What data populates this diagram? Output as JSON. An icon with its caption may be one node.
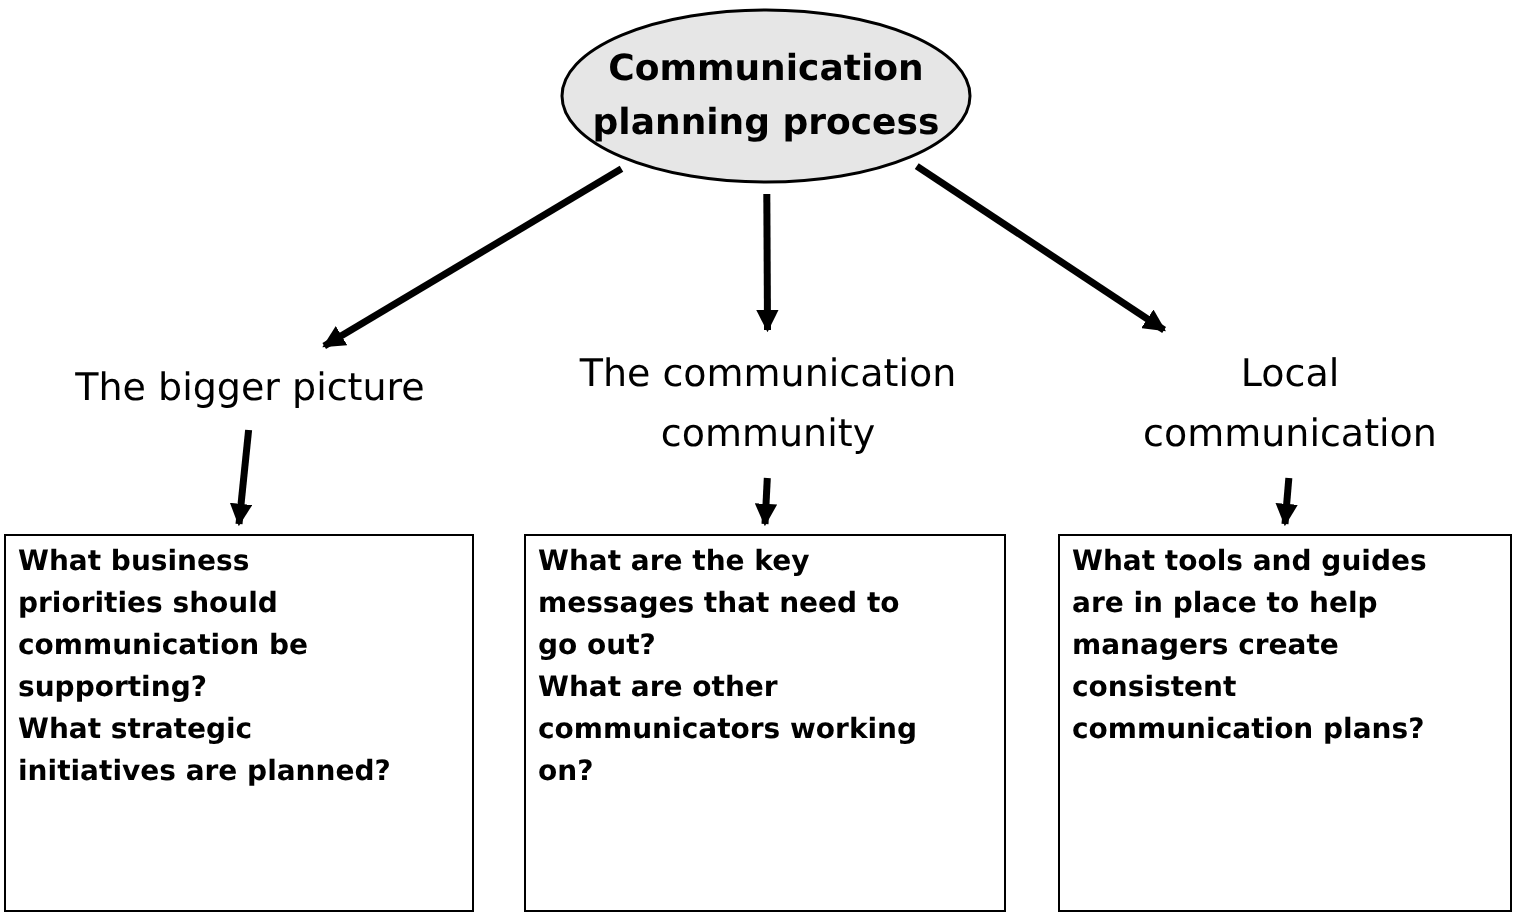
{
  "diagram": {
    "nodes": [
      {
        "text": [
          "Communication planning process"
        ]
      },
      {
        "text": [
          "The bigger picture"
        ]
      },
      {
        "text": [
          "The communication community"
        ]
      },
      {
        "text": [
          "Local communication"
        ]
      },
      {
        "text": [
          "What business priorities should communication be supporting?",
          "What strategic initiatives are planned?"
        ]
      },
      {
        "text": [
          "What are the key messages that need to go out?",
          "What are other communicators working on?"
        ]
      },
      {
        "text": [
          "What tools and guides are in place to help managers create consistent communication plans?"
        ]
      }
    ],
    "edges": [
      {
        "from": 0,
        "to": 1,
        "arrow": "to"
      },
      {
        "from": 0,
        "to": 2,
        "arrow": "to"
      },
      {
        "from": 0,
        "to": 3,
        "arrow": "to"
      },
      {
        "from": 1,
        "to": 4,
        "arrow": "to"
      },
      {
        "from": 2,
        "to": 5,
        "arrow": "to"
      },
      {
        "from": 3,
        "to": 6,
        "arrow": "to"
      }
    ]
  }
}
